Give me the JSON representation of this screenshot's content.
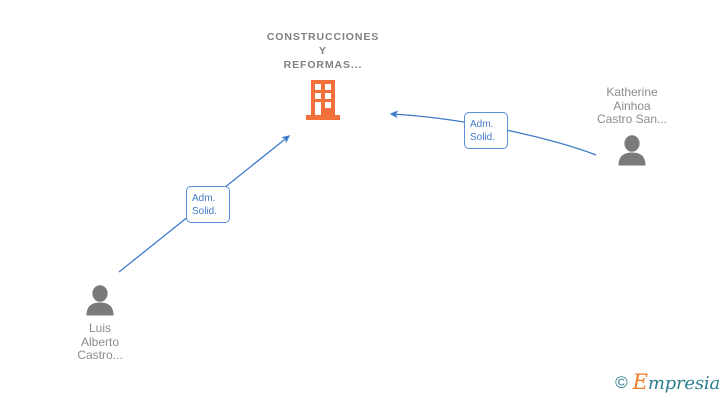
{
  "diagram": {
    "type": "corporate-relationship-graph",
    "background_color": "#ffffff",
    "company": {
      "name": "CONSTRUCCIONES\nY\nREFORMAS...",
      "icon": "building-icon",
      "icon_color": "#f4703a"
    },
    "persons": [
      {
        "id": "person-left",
        "name": "Luis\nAlberto\nCastro...",
        "icon": "person-icon",
        "icon_color": "#7a7a7a",
        "label_position": "below"
      },
      {
        "id": "person-right",
        "name": "Katherine\nAinhoa\nCastro San...",
        "icon": "person-icon",
        "icon_color": "#7a7a7a",
        "label_position": "above"
      }
    ],
    "relations": [
      {
        "id": "relation-left",
        "from": "person-left",
        "to": "company",
        "label": "Adm.\nSolid.",
        "label_line1": "Adm.",
        "label_line2": "Solid.",
        "color": "#3f7bc8",
        "arrow_direction": "to-company"
      },
      {
        "id": "relation-right",
        "from": "person-right",
        "to": "company",
        "label": "Adm.\nSolid.",
        "label_line1": "Adm.",
        "label_line2": "Solid.",
        "color": "#3f7bc8",
        "arrow_direction": "to-company"
      }
    ],
    "watermark": {
      "copyright": "©",
      "brand_initial": "E",
      "brand_rest": "mpresia",
      "teal": "#2d7d8f",
      "orange": "#f07c28"
    }
  }
}
